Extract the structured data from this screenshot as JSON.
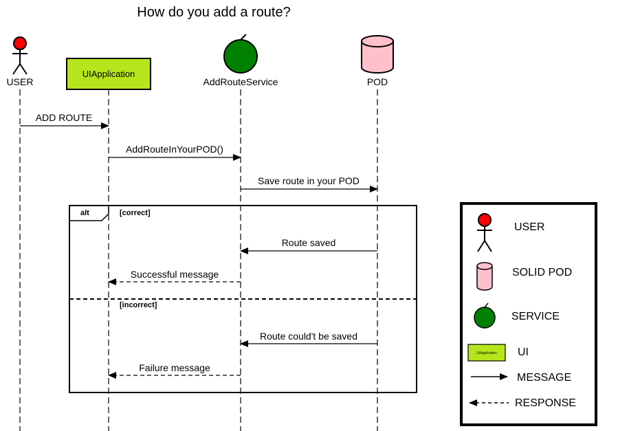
{
  "title": "How do you add a route?",
  "participants": [
    {
      "id": "user",
      "label": "USER",
      "kind": "actor"
    },
    {
      "id": "ui",
      "label": "UIApplication",
      "kind": "ui"
    },
    {
      "id": "service",
      "label": "AddRouteService",
      "kind": "service"
    },
    {
      "id": "pod",
      "label": "POD",
      "kind": "database"
    }
  ],
  "messages": [
    {
      "label": "ADD ROUTE",
      "from": "user",
      "to": "ui",
      "type": "message"
    },
    {
      "label": "AddRouteInYourPOD()",
      "from": "ui",
      "to": "service",
      "type": "message"
    },
    {
      "label": "Save route in your POD",
      "from": "service",
      "to": "pod",
      "type": "message"
    }
  ],
  "alt_frame": {
    "keyword": "alt",
    "guards": [
      "[correct]",
      "[incorrect]"
    ],
    "correct_messages": [
      {
        "label": "Route saved",
        "from": "pod",
        "to": "service",
        "type": "message"
      },
      {
        "label": "Successful message",
        "from": "service",
        "to": "ui",
        "type": "response"
      }
    ],
    "incorrect_messages": [
      {
        "label": "Route could't be saved",
        "from": "pod",
        "to": "service",
        "type": "message"
      },
      {
        "label": "Failure message",
        "from": "service",
        "to": "ui",
        "type": "response"
      }
    ]
  },
  "legend": {
    "items": [
      {
        "label": "USER",
        "icon": "actor-icon"
      },
      {
        "label": "SOLID POD",
        "icon": "database-icon"
      },
      {
        "label": "SERVICE",
        "icon": "service-icon"
      },
      {
        "label": "UI",
        "icon": "ui-box-icon"
      },
      {
        "label": "MESSAGE",
        "icon": "solid-arrow-icon"
      },
      {
        "label": "RESPONSE",
        "icon": "dashed-arrow-icon"
      }
    ],
    "ui_mini_label": "UIApplication"
  },
  "colors": {
    "actor_head": "#ff0000",
    "ui_fill": "#b5e61d",
    "service_fill": "#008000",
    "pod_fill": "#ffc0cb"
  }
}
